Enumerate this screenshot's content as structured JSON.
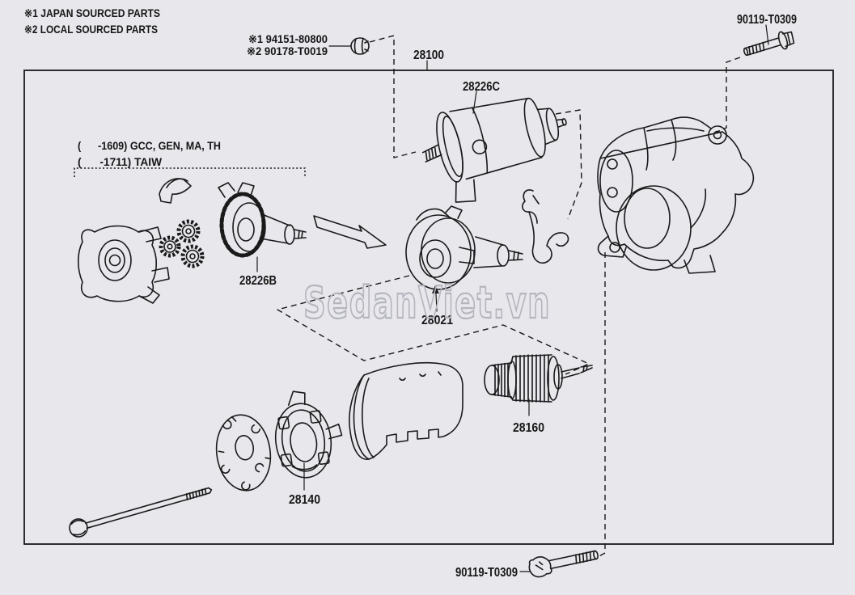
{
  "colors": {
    "background": "#e7e7ec",
    "line": "#1a1a1a",
    "watermark_outline": "#b5b5be"
  },
  "legend": {
    "line1": "※1 JAPAN SOURCED PARTS",
    "line2": "※2 LOCAL SOURCED PARTS"
  },
  "fastener_note": {
    "line1": "※1 94151-80800",
    "line2": "※2 90178-T0019"
  },
  "application_note": {
    "line1": "(      -1609) GCC, GEN, MA, TH",
    "line2": "(      -1711) TAIW"
  },
  "part_labels": {
    "bolt_top": "90119-T0309",
    "starter_assembly": "28100",
    "magnet_switch": "28226C",
    "clutch_sub_assembly": "28226B",
    "starter_clutch": "28021",
    "starter_drive": "28160",
    "brush_holder": "28140",
    "bolt_bottom": "90119-T0309"
  },
  "watermark": "SedanViet.vn"
}
